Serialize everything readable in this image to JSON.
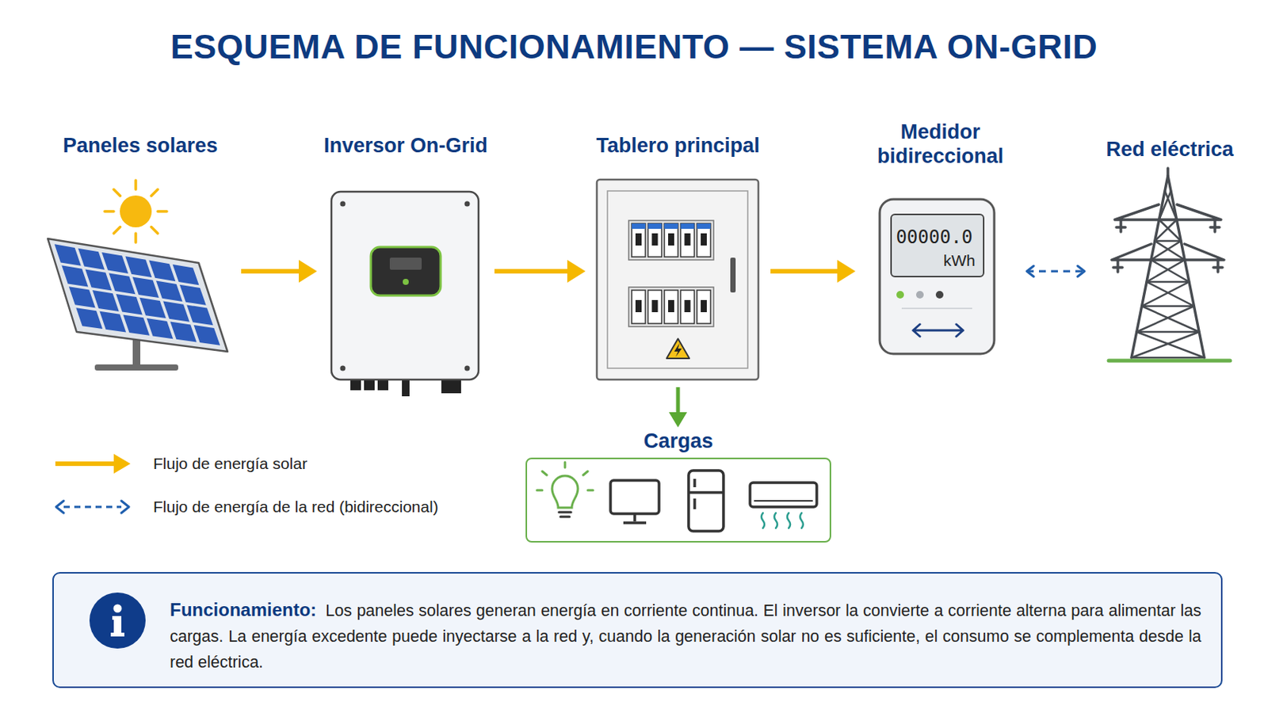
{
  "diagram": {
    "title": "ESQUEMA DE FUNCIONAMIENTO — SISTEMA ON-GRID",
    "nodes": [
      {
        "text": [
          "Paneles solares"
        ]
      },
      {
        "text": [
          "Inversor On-Grid"
        ]
      },
      {
        "text": [
          "Tablero principal"
        ]
      },
      {
        "text": [
          "Medidor bidireccional",
          "00000.0",
          "kWh"
        ]
      },
      {
        "text": [
          "Red eléctrica"
        ]
      },
      {
        "text": [
          "Cargas"
        ]
      },
      {
        "text": [
          "Funcionamiento:",
          "Los paneles solares generan energía en corriente continua. El inversor la convierte a corriente alterna para alimentar las cargas. La energía excedente puede inyectarse a la red y, cuando la generación solar no es suficiente, el consumo se complementa desde la red eléctrica."
        ]
      }
    ],
    "edges": [
      {
        "from": 0,
        "to": 1,
        "arrow": "to"
      },
      {
        "from": 1,
        "to": 2,
        "arrow": "to"
      },
      {
        "from": 2,
        "to": 3,
        "arrow": "to"
      },
      {
        "from": 3,
        "to": 4,
        "arrow": "both"
      },
      {
        "from": 2,
        "to": 5,
        "arrow": "to"
      }
    ],
    "legend": [
      {
        "text": "Flujo de energía solar"
      },
      {
        "text": "Flujo de energía de la red (bidireccional)"
      }
    ]
  }
}
